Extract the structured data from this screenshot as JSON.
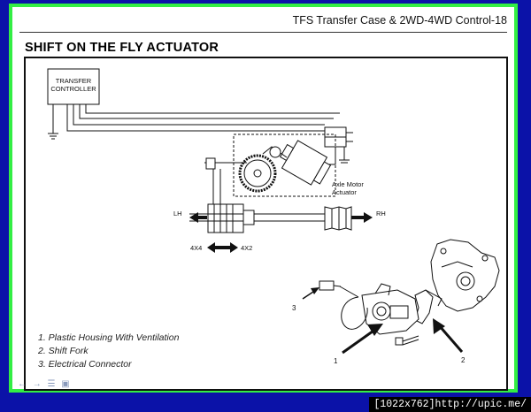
{
  "header": {
    "section_title": "TFS Transfer Case & 2WD-4WD Control-18"
  },
  "slide": {
    "title": "SHIFT ON THE FLY ACTUATOR"
  },
  "diagram": {
    "controller_label_line1": "TRANSFER",
    "controller_label_line2": "CONTROLLER",
    "motor_label_line1": "Axle Motor",
    "motor_label_line2": "Actuator",
    "lh_label": "LH",
    "rh_label": "RH",
    "mode_4x4": "4X4",
    "mode_4x2": "4X2",
    "callout_1": "1",
    "callout_2": "2",
    "callout_3": "3"
  },
  "legend": {
    "items": [
      "1. Plastic Housing With Ventilation",
      "2. Shift Fork",
      "3. Electrical Connector"
    ]
  },
  "nav": {
    "glyphs": "← → ☰ ▣"
  },
  "footer": {
    "badge": "[1022x762]http://upic.me/"
  },
  "colors": {
    "background": "#0b12a8",
    "frame_border": "#33ee44"
  }
}
